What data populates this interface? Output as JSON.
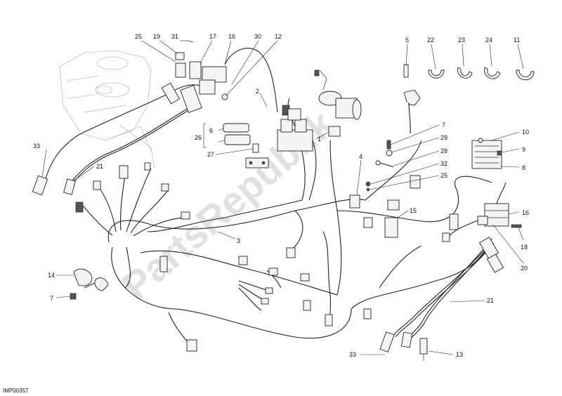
{
  "diagram_code": "IMP00357",
  "watermark": "PartsRepublik",
  "callouts": [
    {
      "id": "c25a",
      "text": "25"
    },
    {
      "id": "c19",
      "text": "19"
    },
    {
      "id": "c31",
      "text": "31"
    },
    {
      "id": "c17",
      "text": "17"
    },
    {
      "id": "c16a",
      "text": "16"
    },
    {
      "id": "c30",
      "text": "30"
    },
    {
      "id": "c12",
      "text": "12"
    },
    {
      "id": "c5",
      "text": "5"
    },
    {
      "id": "c22",
      "text": "22"
    },
    {
      "id": "c23",
      "text": "23"
    },
    {
      "id": "c24",
      "text": "24"
    },
    {
      "id": "c11",
      "text": "11"
    },
    {
      "id": "c2",
      "text": "2"
    },
    {
      "id": "c6",
      "text": "6"
    },
    {
      "id": "c26",
      "text": "26"
    },
    {
      "id": "c1",
      "text": "1"
    },
    {
      "id": "c7",
      "text": "7"
    },
    {
      "id": "c29",
      "text": "29"
    },
    {
      "id": "c28",
      "text": "28"
    },
    {
      "id": "c10",
      "text": "10"
    },
    {
      "id": "c9",
      "text": "9"
    },
    {
      "id": "c8",
      "text": "8"
    },
    {
      "id": "c27",
      "text": "27"
    },
    {
      "id": "c4",
      "text": "4"
    },
    {
      "id": "c32",
      "text": "32"
    },
    {
      "id": "c25b",
      "text": "25"
    },
    {
      "id": "c33a",
      "text": "33"
    },
    {
      "id": "c21a",
      "text": "21"
    },
    {
      "id": "c15",
      "text": "15"
    },
    {
      "id": "c16b",
      "text": "16"
    },
    {
      "id": "c18",
      "text": "18"
    },
    {
      "id": "c20",
      "text": "20"
    },
    {
      "id": "c3",
      "text": "3"
    },
    {
      "id": "c14",
      "text": "14"
    },
    {
      "id": "c7b",
      "text": "7"
    },
    {
      "id": "c21b",
      "text": "21"
    },
    {
      "id": "c33b",
      "text": "33"
    },
    {
      "id": "c13",
      "text": "13"
    }
  ]
}
